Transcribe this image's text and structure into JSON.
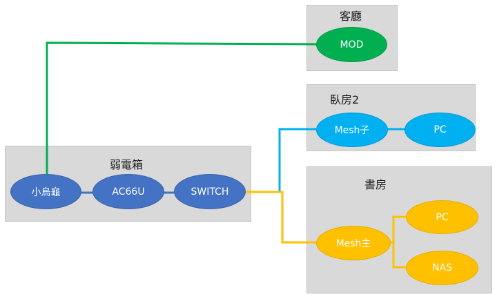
{
  "rooms": {
    "living": "客廳",
    "bedroom": "臥房2",
    "study": "書房",
    "panel": "弱電箱"
  },
  "nodes": {
    "mod": "MOD",
    "mesh_child": "Mesh子",
    "pc_bedroom": "PC",
    "turtle": "小烏龜",
    "ac66u": "AC66U",
    "switch": "SWITCH",
    "mesh_main": "Mesh主",
    "pc_study": "PC",
    "nas": "NAS"
  },
  "colors": {
    "room_bg": "#d9d9d9",
    "blue": "#4472c4",
    "green": "#00b050",
    "cyan": "#00b0f0",
    "gold": "#ffc000"
  }
}
